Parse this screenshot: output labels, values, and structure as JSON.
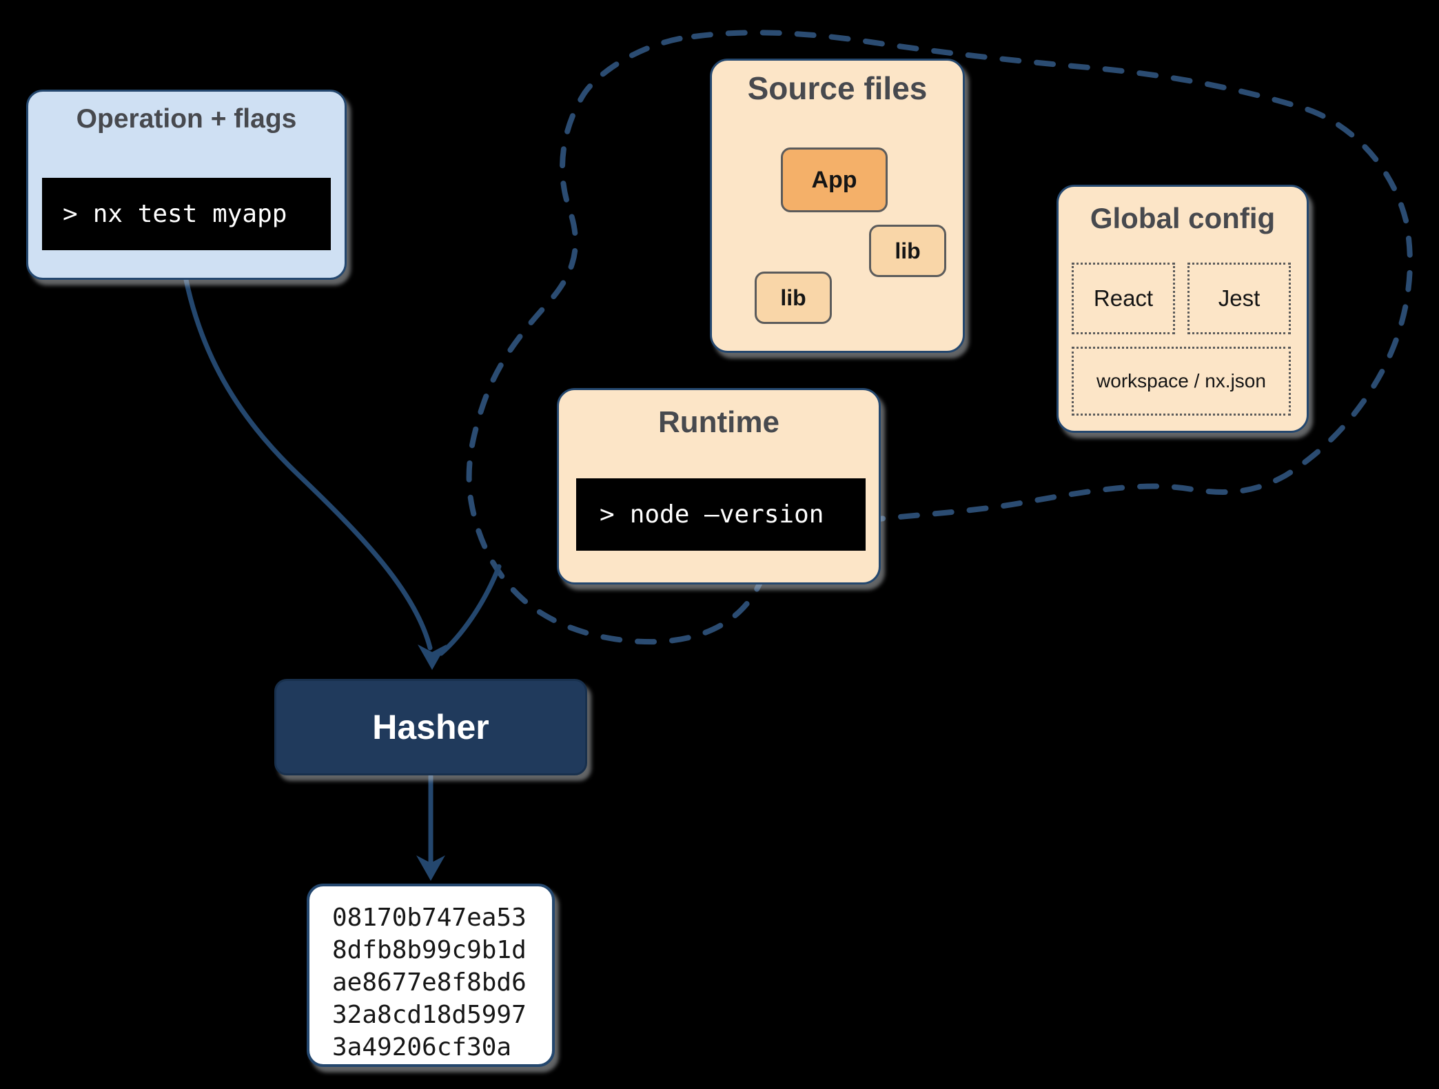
{
  "operation_box": {
    "title": "Operation + flags",
    "prompt": ">",
    "command": "nx test myapp"
  },
  "source_files": {
    "title": "Source files",
    "app_label": "App",
    "lib_top_label": "lib",
    "lib_bottom_label": "lib"
  },
  "global_config": {
    "title": "Global config",
    "items": [
      "React",
      "Jest",
      "workspace / nx.json"
    ]
  },
  "runtime": {
    "title": "Runtime",
    "prompt": ">",
    "command": "node –version"
  },
  "hasher": {
    "label": "Hasher"
  },
  "hash_output": {
    "text": "08170b747ea53\n8dfb8b99c9b1d\nae8677e8f8bd6\n32a8cd18d5997\n3a49206cf30a"
  },
  "palette": {
    "navy": "#24476e",
    "cloud_dash": "#2b4c72",
    "light_blue": "#cfe0f3",
    "peach": "#fce5c7",
    "app_orange": "#f4b069",
    "lib_orange": "#f9d6a8",
    "terminal_bg": "#000000",
    "terminal_text": "#ffffff",
    "hasher_fill": "#203a5c"
  }
}
